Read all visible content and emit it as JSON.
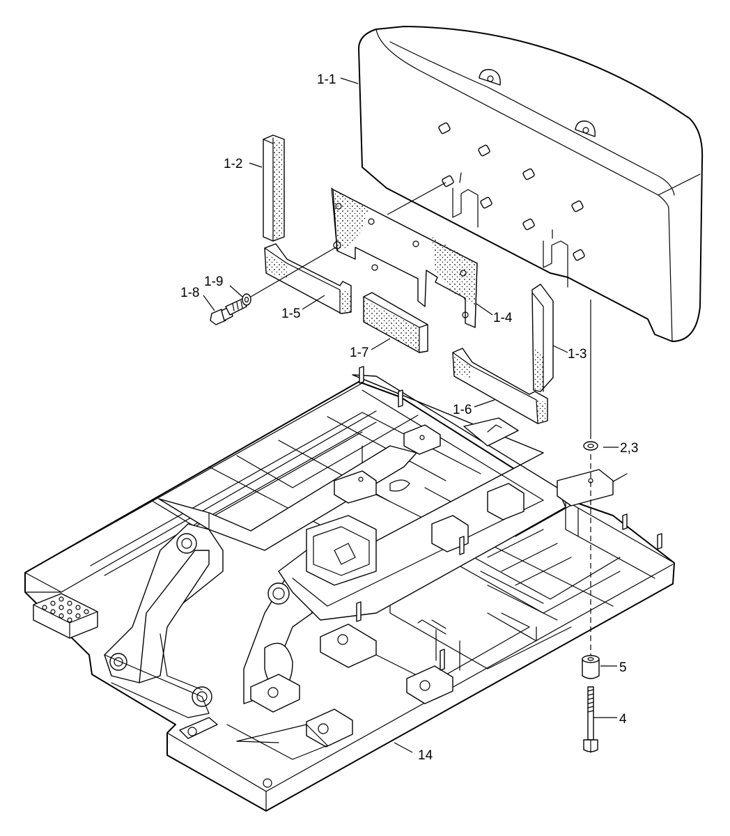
{
  "colors": {
    "ink": "#000000",
    "paper": "#ffffff"
  },
  "labels": {
    "p1_1": "1-1",
    "p1_2": "1-2",
    "p1_3": "1-3",
    "p1_4": "1-4",
    "p1_5": "1-5",
    "p1_6": "1-6",
    "p1_7": "1-7",
    "p1_8": "1-8",
    "p1_9": "1-9",
    "p2_3": "2,3",
    "p4": "4",
    "p5": "5",
    "p14": "14"
  }
}
